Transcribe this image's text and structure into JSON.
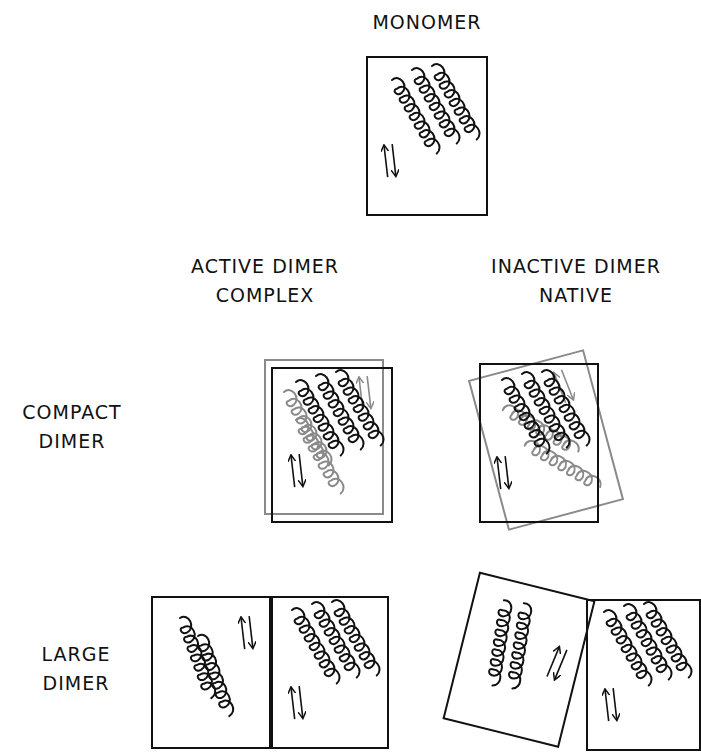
{
  "diagram": {
    "labels": [
      "MONOMER",
      "ACTIVE DIMER COMPLEX",
      "INACTIVE DIMER NATIVE",
      "COMPACT DIMER",
      "LARGE DIMER"
    ]
  }
}
